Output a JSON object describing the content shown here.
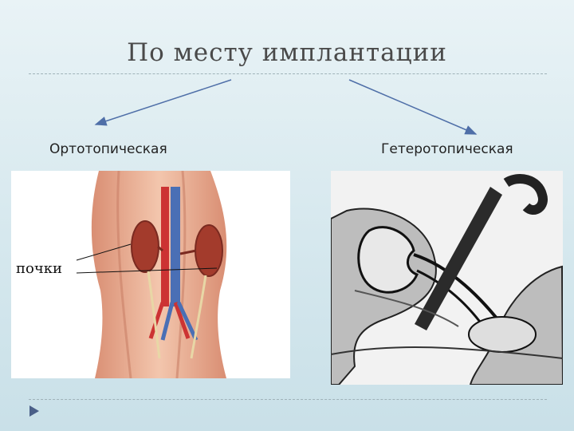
{
  "slide": {
    "title": "По месту имплантации",
    "left_label": "Ортотопическая",
    "right_label": "Гетеротопическая",
    "left_figure_label": "почки"
  },
  "colors": {
    "background": "#d6e8ee",
    "arrow": "#4f6fa8",
    "accent": "#4a5f88"
  },
  "icons": {
    "nav": "play-triangle-icon"
  }
}
